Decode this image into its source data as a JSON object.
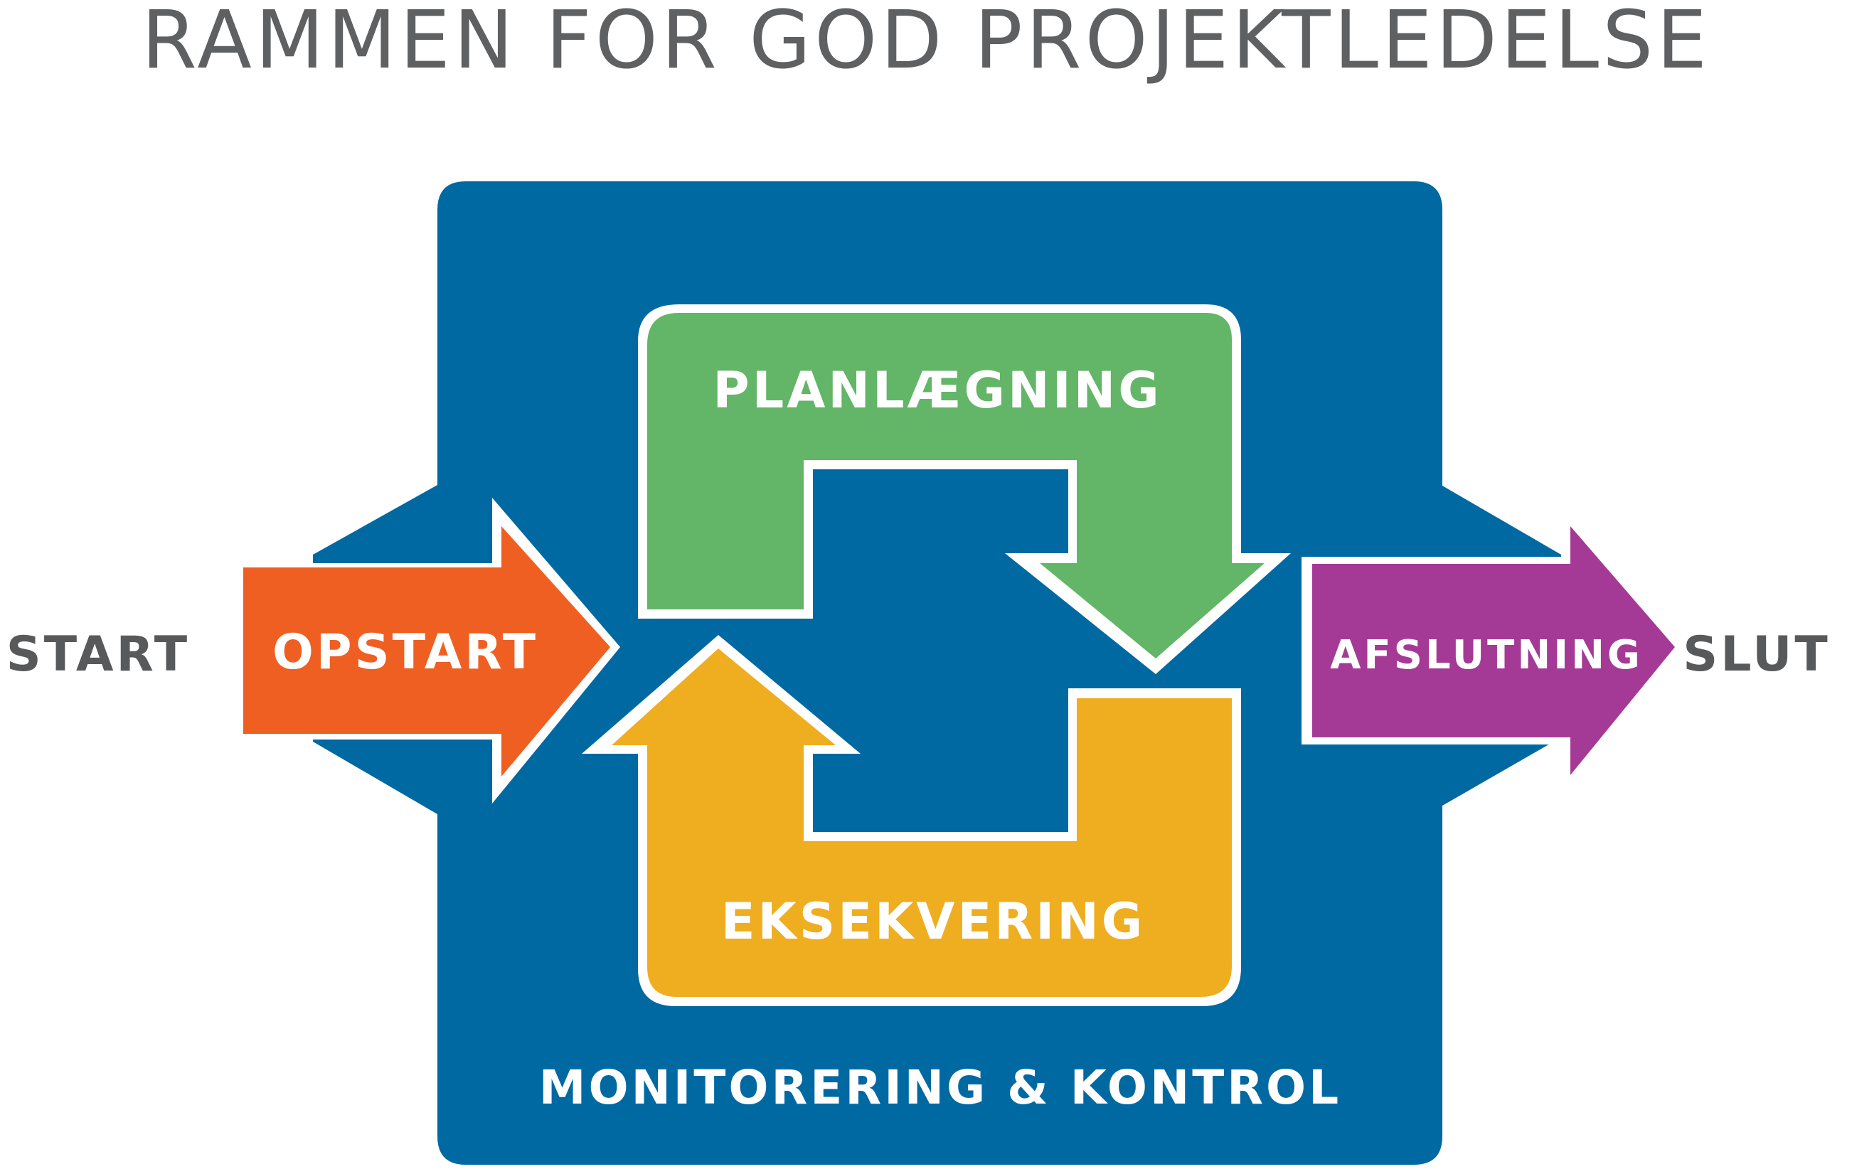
{
  "title": "RAMMEN FOR GOD PROJEKTLEDELSE",
  "endpoints": {
    "start": "START",
    "end": "SLUT"
  },
  "phases": {
    "initiation": "OPSTART",
    "planning": "PLANLÆGNING",
    "execution": "EKSEKVERING",
    "closing": "AFSLUTNING"
  },
  "frame_label": "MONITORERING & KONTROL",
  "colors": {
    "title": "#5f6062",
    "endpoint_text": "#58595b",
    "frame": "#0069a2",
    "initiation": "#f05f22",
    "planning": "#63b567",
    "execution": "#efad20",
    "closing": "#a53a96",
    "phase_text": "#ffffff",
    "outline": "#ffffff"
  }
}
